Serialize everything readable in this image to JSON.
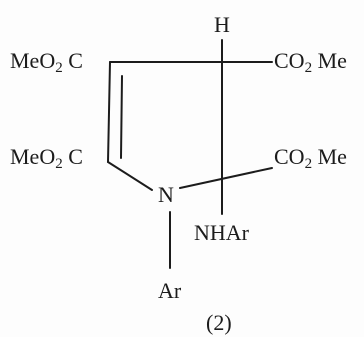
{
  "figure": {
    "label": "(2)",
    "ink_color": "#1c1c1c",
    "labels": {
      "h": "H",
      "meo2c_top_prefix": "MeO",
      "meo2c_top_sub": "2",
      "meo2c_top_suffix": " C",
      "co2me_top_prefix": "CO",
      "co2me_top_sub": "2",
      "co2me_top_suffix": " Me",
      "meo2c_bottom_prefix": "MeO",
      "meo2c_bottom_sub": "2",
      "meo2c_bottom_suffix": " C",
      "co2me_bottom_prefix": "CO",
      "co2me_bottom_sub": "2",
      "co2me_bottom_suffix": " Me",
      "n": "N",
      "nhar": "NHAr",
      "ar": "Ar"
    }
  }
}
